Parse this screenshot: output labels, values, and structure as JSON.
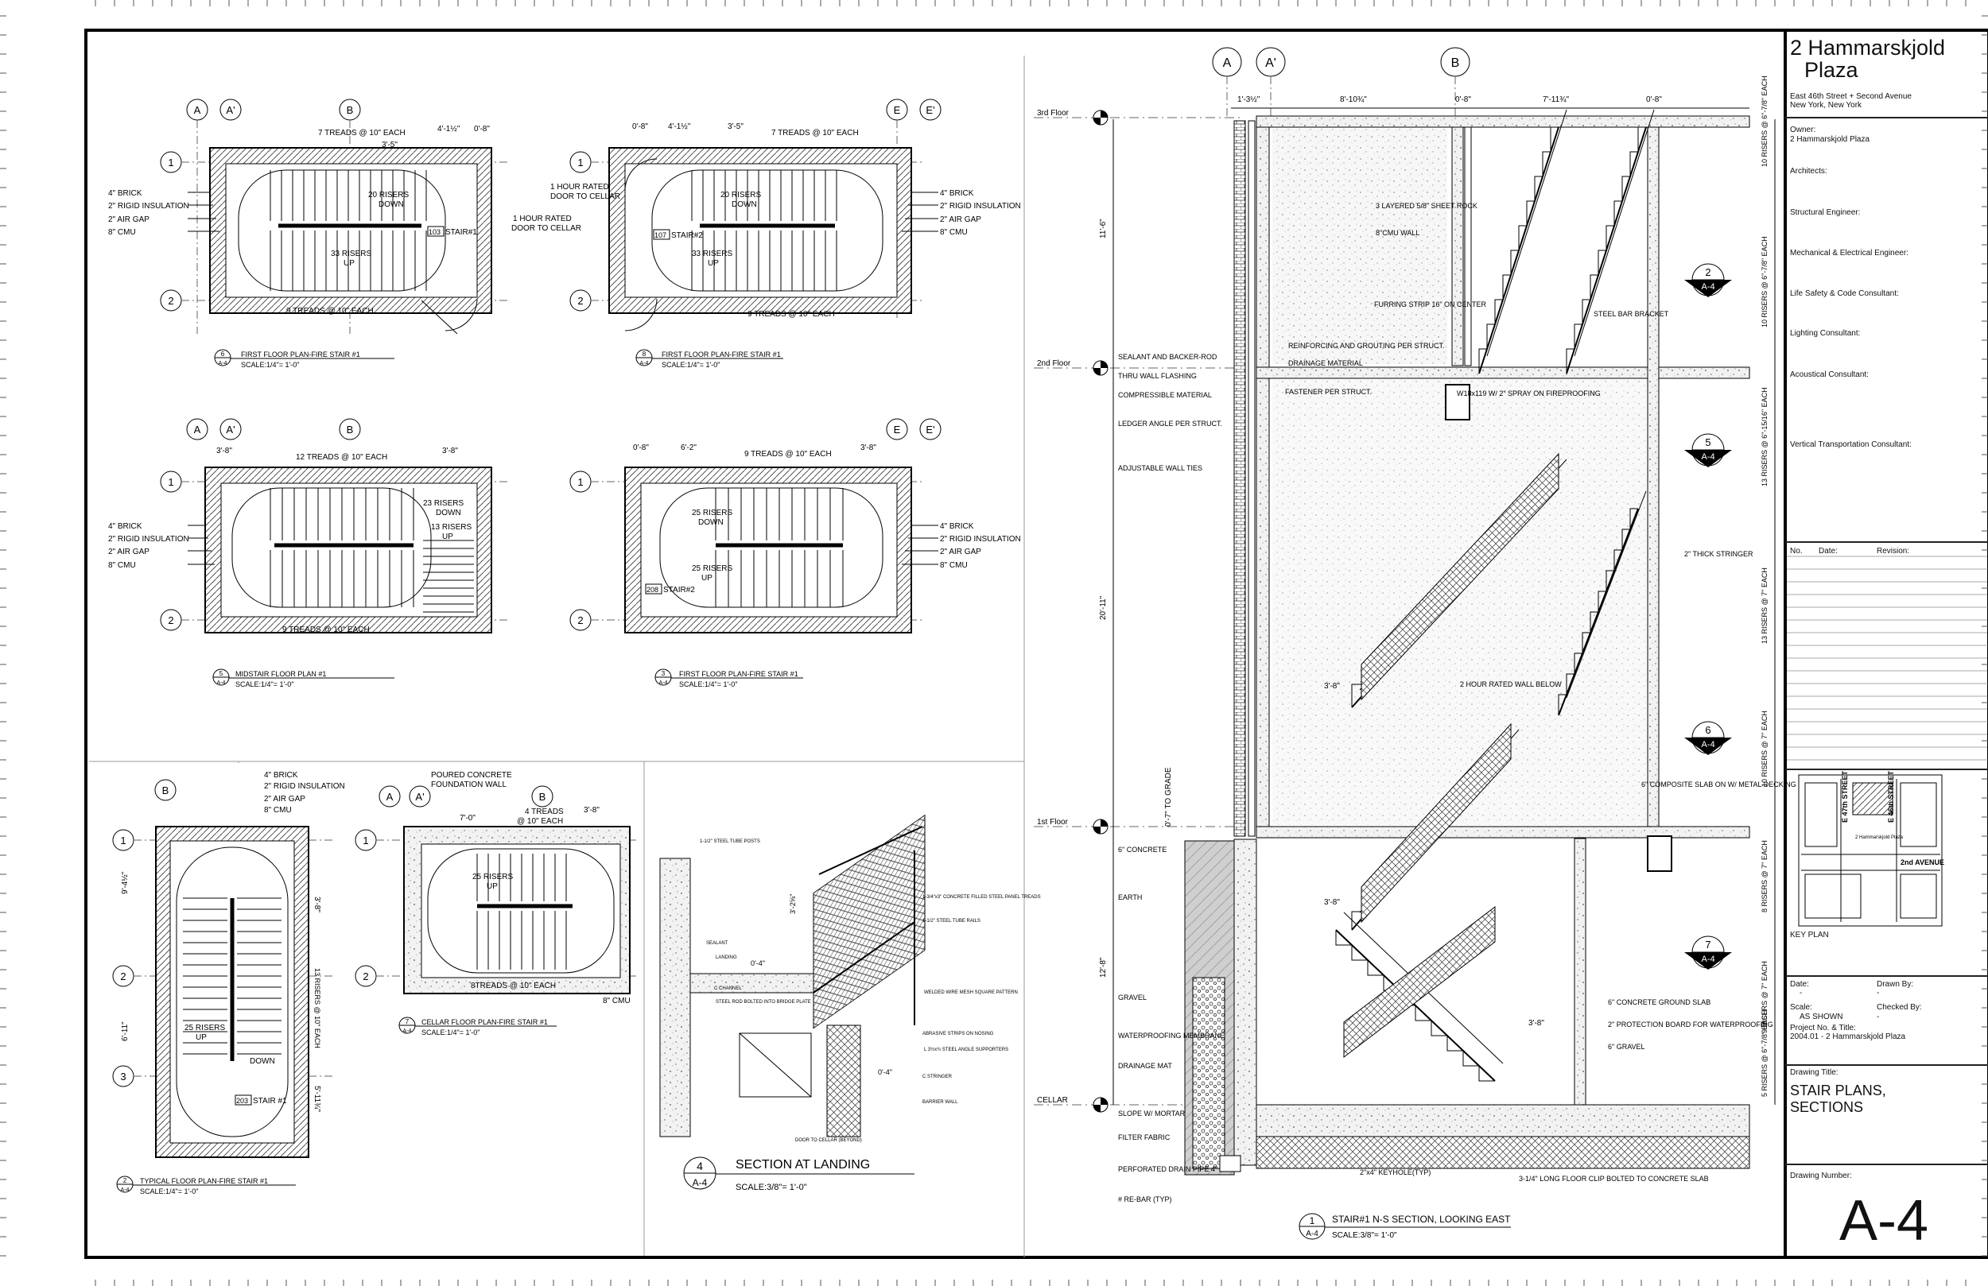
{
  "project": {
    "title_line1": "2 Hammarskjold",
    "title_line2": "Plaza",
    "address_line1": "East 46th Street + Second Avenue",
    "address_line2": "New York, New York"
  },
  "title_block": {
    "owner_label": "Owner:",
    "owner_value": "2 Hammarskjold Plaza",
    "architects_label": "Architects:",
    "structural_label": "Structural Engineer:",
    "mep_label": "Mechanical & Electrical Engineer:",
    "life_safety_label": "Life Safety & Code Consultant:",
    "lighting_label": "Lighting Consultant:",
    "acoustical_label": "Acoustical Consultant:",
    "vertical_label": "Vertical Transportation Consultant:",
    "no_label": "No.",
    "date_col_label": "Date:",
    "revision_label": "Revision:",
    "key_plan_label": "KEY PLAN",
    "key_street_1": "E 47th STREET",
    "key_street_2": "E 46th STREET",
    "key_avenue": "2nd AVENUE",
    "key_building": "2 Hammarskjold Plaza",
    "date_label": "Date:",
    "date_value": "-",
    "drawn_by_label": "Drawn By:",
    "drawn_by_value": "-",
    "scale_label": "Scale:",
    "scale_value": "AS SHOWN",
    "checked_by_label": "Checked By:",
    "checked_by_value": "-",
    "project_no_label": "Project No. & Title:",
    "project_no_value": "2004.01 - 2 Hammarskjold Plaza",
    "drawing_title_label": "Drawing Title:",
    "drawing_title_value": "STAIR PLANS, SECTIONS",
    "drawing_number_label": "Drawing Number:",
    "drawing_number_value": "A-4"
  },
  "grid_labels": {
    "A": "A",
    "A_prime": "A'",
    "B": "B",
    "E": "E",
    "E_prime": "E'",
    "one": "1",
    "two": "2",
    "three": "3"
  },
  "plans": {
    "plan1": {
      "tag_num": "6",
      "tag_sheet": "A-4",
      "title": "FIRST FLOOR PLAN-FIRE STAIR #1",
      "scale": "SCALE:1/4\"= 1'-0\"",
      "treads_top": "7 TREADS @ 10\" EACH",
      "treads_bottom": "9 TREADS @ 10\" EACH",
      "dim_a": "3'-5\"",
      "dim_b": "4'-1½\"",
      "dim_c": "0'-8\"",
      "risers_down": "20 RISERS",
      "down": "DOWN",
      "risers_up": "33 RISERS",
      "up": "UP",
      "door_note_1": "1 HOUR RATED",
      "door_note_2": "DOOR TO CELLAR",
      "room_tag": "103",
      "room_name": "STAIR#1",
      "brick": "4\" BRICK",
      "insulation": "2\" RIGID INSULATION",
      "air_gap": "2\" AIR GAP",
      "cmu": "8\" CMU"
    },
    "plan2": {
      "tag_num": "8",
      "tag_sheet": "A-4",
      "title": "FIRST FLOOR PLAN-FIRE STAIR #1",
      "scale": "SCALE:1/4\"= 1'-0\"",
      "treads_top": "7 TREADS @ 10\" EACH",
      "treads_bottom": "9 TREADS @ 10\" EACH",
      "dim_a": "0'-8\"",
      "dim_b": "4'-1½\"",
      "dim_c": "3'-5\"",
      "risers_down": "20 RISERS",
      "down": "DOWN",
      "risers_up": "33 RISERS",
      "up": "UP",
      "door_note_1": "1 HOUR RATED",
      "door_note_2": "DOOR TO CELLAR",
      "room_tag": "107",
      "room_name": "STAIR#2",
      "brick": "4\" BRICK",
      "insulation": "2\" RIGID INSULATION",
      "air_gap": "2\" AIR GAP",
      "cmu": "8\" CMU"
    },
    "plan3": {
      "tag_num": "5",
      "tag_sheet": "A-4",
      "title": "MIDSTAIR FLOOR PLAN #1",
      "scale": "SCALE:1/4\"= 1'-0\"",
      "treads_top": "12 TREADS @ 10\" EACH",
      "treads_bottom": "9 TREADS @ 10\" EACH",
      "dim_a": "3'-8\"",
      "dim_b": "3'-8\"",
      "risers_down": "23 RISERS",
      "down": "DOWN",
      "risers_up": "13 RISERS",
      "up": "UP",
      "brick": "4\" BRICK",
      "insulation": "2\" RIGID INSULATION",
      "air_gap": "2\" AIR GAP",
      "cmu": "8\" CMU"
    },
    "plan4": {
      "tag_num": "3",
      "tag_sheet": "A-4",
      "title": "FIRST FLOOR PLAN-FIRE STAIR #1",
      "scale": "SCALE:1/4\"= 1'-0\"",
      "treads_top": "9 TREADS @ 10\" EACH",
      "dim_a": "0'-8\"",
      "dim_b": "6'-2\"",
      "dim_c": "3'-8\"",
      "risers_down": "25 RISERS",
      "down": "DOWN",
      "risers_up": "25 RISERS",
      "up": "UP",
      "room_tag": "208",
      "room_name": "STAIR#2",
      "brick": "4\" BRICK",
      "insulation": "2\" RIGID INSULATION",
      "air_gap": "2\" AIR GAP",
      "cmu": "8\" CMU"
    },
    "plan5": {
      "tag_num": "2",
      "tag_sheet": "A-4",
      "title": "TYPICAL FLOOR PLAN-FIRE STAIR #1",
      "scale": "SCALE:1/4\"= 1'-0\"",
      "dim_left_1": "9'-4½\"",
      "dim_left_2": "6'-11\"",
      "dim_right_1": "3'-8\"",
      "dim_right_2": "13 RISERS @ 10\" EACH",
      "dim_right_3": "5'-11¾\"",
      "risers_up": "25 RISERS",
      "up": "UP",
      "down": "DOWN",
      "room_tag": "203",
      "room_name": "STAIR #1",
      "brick": "4\" BRICK",
      "insulation": "2\" RIGID INSULATION",
      "air_gap": "2\" AIR GAP",
      "cmu": "8\" CMU"
    },
    "plan6": {
      "tag_num": "7",
      "tag_sheet": "A-4",
      "title": "CELLAR FLOOR PLAN-FIRE STAIR #1",
      "scale": "SCALE:1/4\"= 1'-0\"",
      "foundation_1": "POURED CONCRETE",
      "foundation_2": "FOUNDATION WALL",
      "dim_a": "7'-0\"",
      "dim_b": "3'-8\"",
      "treads_top_1": "4 TREADS",
      "treads_top_2": "@ 10\" EACH",
      "risers_down": "25 RISERS",
      "up": "UP",
      "treads_bottom": "8TREADS @ 10\" EACH",
      "cmu": "8\" CMU"
    }
  },
  "landing": {
    "tag_num": "4",
    "tag_sheet": "A-4",
    "title": "SECTION AT LANDING",
    "scale": "SCALE:3/8\"= 1'-0\"",
    "notes": [
      "1-1/2\" STEEL TUBE POSTS",
      "1-3/4\"x3\" CONCRETE FILLED STEEL PANEL TREADS",
      "1-1/2\" STEEL TUBE RAILS",
      "SEALANT",
      "LANDING",
      "C CHANNEL",
      "STEEL ROD BOLTED INTO BRIDGE PLATE",
      "WELDED WIRE MESH SQUARE PATTERN",
      "ABRASIVE STRIPS ON NOSING",
      "L 3½x¾ STEEL ANGLE SUPPORTERS",
      "C STRINGER",
      "BARRIER WALL",
      "DOOR TO CELLAR (BEYOND)"
    ],
    "dims": [
      "3'-2⅝\"",
      "0'-4\"",
      "0'-4\""
    ]
  },
  "section": {
    "tag_num": "1",
    "tag_sheet": "A-4",
    "title": "STAIR#1 N-S SECTION, LOOKING EAST",
    "scale": "SCALE:3/8\"= 1'-0\"",
    "levels": [
      "3rd Floor",
      "2nd Floor",
      "1st Floor",
      "CELLAR"
    ],
    "top_dims": [
      "1'-3½\"",
      "8'-10¾\"",
      "0'-8\"",
      "7'-11¾\"",
      "0'-8\""
    ],
    "left_dims": [
      "11'-6\"",
      "20'-11\"",
      "0'-7\" TO GRADE",
      "12'-8\""
    ],
    "right_dims": [
      "10 RISERS @ 6\"-7/8\" EACH",
      "10 RISERS @ 6\"-7/8\" EACH",
      "13 RISERS @ 6\"-15/16\" EACH",
      "13 RISERS @ 7\" EACH",
      "10 RISERS @ 7\" EACH",
      "8 RISERS @ 7\" EACH",
      "9 RISERS @ 7\" EACH",
      "5 RISERS @ 6\"-7/8\" EACH"
    ],
    "callouts": [
      {
        "num": "2",
        "sheet": "A-4"
      },
      {
        "num": "5",
        "sheet": "A-4"
      },
      {
        "num": "6",
        "sheet": "A-4"
      },
      {
        "num": "7",
        "sheet": "A-4"
      }
    ],
    "notes_left": [
      "SEALANT AND BACKER-ROD",
      "THRU WALL FLASHING",
      "COMPRESSIBLE MATERIAL",
      "LEDGER ANGLE PER STRUCT.",
      "ADJUSTABLE WALL TIES",
      "6\" CONCRETE",
      "EARTH",
      "GRAVEL",
      "WATERPROOFING MEMBRANE",
      "DRAINAGE MAT",
      "SLOPE W/ MORTAR",
      "FILTER FABRIC",
      "PERFORATED DRAIN PIPE 4\"",
      "# RE-BAR (TYP)"
    ],
    "notes_mid": [
      "3 LAYERED 5/8\" SHEET ROCK",
      "8\"CMU WALL",
      "FURRING STRIP 16\" ON CENTER",
      "REINFORCING AND GROUTING PER STRUCT.",
      "DRAINAGE MATERIAL",
      "FASTENER PER STRUCT.",
      "W18x119 W/ 2\" SPRAY ON FIREPROOFING",
      "STEEL BAR BRACKET",
      "2\" THICK STRINGER",
      "2 HOUR RATED WALL BELOW",
      "6\" COMPOSITE SLAB ON W/ METAL DECKING",
      "6\" CONCRETE GROUND SLAB",
      "2\" PROTECTION BOARD FOR WATERPROOFING",
      "6\" GRAVEL",
      "2\"x4\" KEYHOLE(TYP)",
      "3-1/4\" LONG FLOOR CLIP BOLTED TO CONCRETE SLAB"
    ],
    "mid_dims": [
      "3'-8\"",
      "3'-8\"",
      "3'-8\""
    ]
  }
}
